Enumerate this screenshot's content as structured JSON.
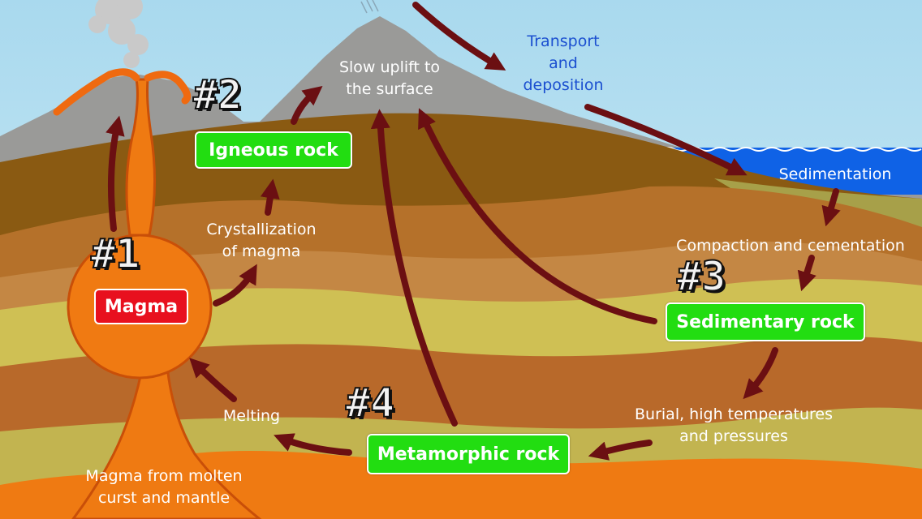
{
  "boxes": {
    "magma": "Magma",
    "igneous": "Igneous rock",
    "sedimentary": "Sedimentary rock",
    "metamorphic": "Metamorphic rock"
  },
  "labels": {
    "uplift": [
      "Slow uplift to",
      "the surface"
    ],
    "transport": [
      "Transport",
      "and",
      "deposition"
    ],
    "sedimentation": "Sedimentation",
    "compaction": "Compaction and cementation",
    "crystallization": [
      "Crystallization",
      "of magma"
    ],
    "melting": "Melting",
    "burial": [
      "Burial, high temperatures",
      "and pressures"
    ],
    "magma_source": [
      "Magma from molten",
      "curst and mantle"
    ]
  },
  "numbers": {
    "n1": "#1",
    "n2": "#2",
    "n3": "#3",
    "n4": "#4"
  },
  "colors": {
    "sky": "#bfe3f2",
    "mountain": "#9a9a98",
    "sea": "#0f62e6",
    "arrow": "#6b0f12",
    "box_green": "#22dd11",
    "box_red": "#e8101e",
    "magma": "#f07a12"
  }
}
